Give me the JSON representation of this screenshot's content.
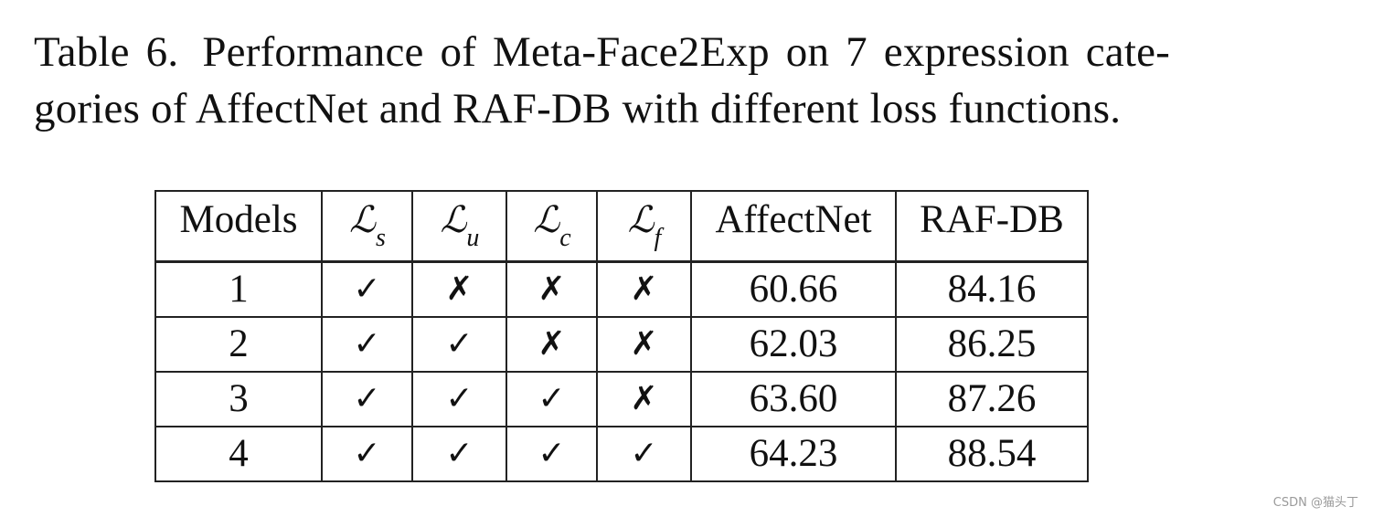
{
  "caption": {
    "label": "Table 6.",
    "line1": "Performance of Meta-Face2Exp on 7 expression cate-",
    "line2": "gories of AffectNet and RAF-DB with different loss functions."
  },
  "table": {
    "headers": {
      "models": "Models",
      "loss_s": "ℒ",
      "loss_s_sub": "s",
      "loss_u": "ℒ",
      "loss_u_sub": "u",
      "loss_c": "ℒ",
      "loss_c_sub": "c",
      "loss_f": "ℒ",
      "loss_f_sub": "f",
      "affectnet": "AffectNet",
      "rafdb": "RAF-DB"
    },
    "rows": [
      {
        "model": "1",
        "ls": "✓",
        "lu": "✗",
        "lc": "✗",
        "lf": "✗",
        "affectnet": "60.66",
        "rafdb": "84.16"
      },
      {
        "model": "2",
        "ls": "✓",
        "lu": "✓",
        "lc": "✗",
        "lf": "✗",
        "affectnet": "62.03",
        "rafdb": "86.25"
      },
      {
        "model": "3",
        "ls": "✓",
        "lu": "✓",
        "lc": "✓",
        "lf": "✗",
        "affectnet": "63.60",
        "rafdb": "87.26"
      },
      {
        "model": "4",
        "ls": "✓",
        "lu": "✓",
        "lc": "✓",
        "lf": "✓",
        "affectnet": "64.23",
        "rafdb": "88.54"
      }
    ]
  },
  "watermark": "CSDN @猫头丁"
}
